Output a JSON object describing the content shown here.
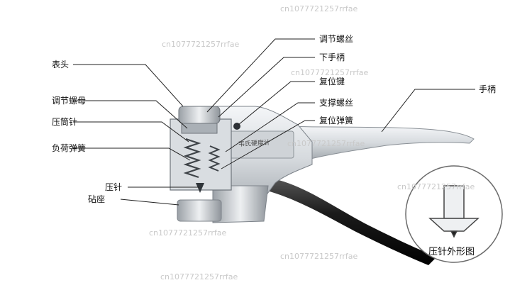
{
  "labels": {
    "left": [
      "表头",
      "调节螺母",
      "压筒针",
      "负荷弹簧",
      "压针",
      "砧座"
    ],
    "right": [
      "调节螺丝",
      "下手柄",
      "复位键",
      "支撑螺丝",
      "复位弹簧",
      "手柄"
    ],
    "body_plate": "韦氏硬度计",
    "inset": "压针外形图"
  },
  "watermark": "cn1077721257rrfae",
  "colors": {
    "metal_light": "#e9ecef",
    "metal_mid": "#b9bec4",
    "metal_dark": "#6e747b",
    "handle_black": "#1a1a1a",
    "spring": "#4a4f55",
    "inset_border": "#c8362c"
  }
}
